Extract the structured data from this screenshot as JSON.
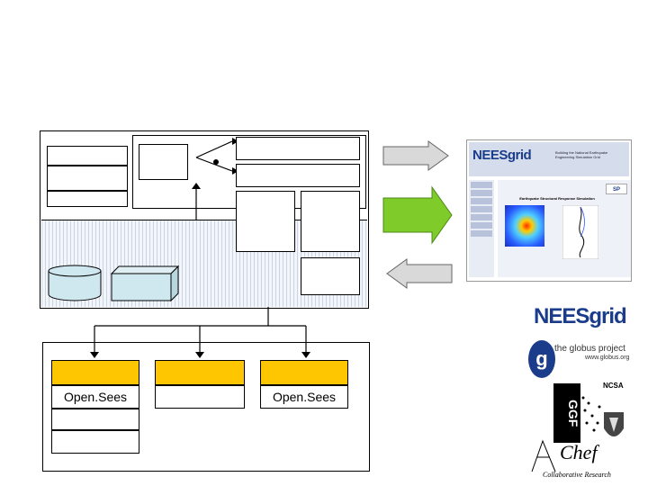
{
  "colors": {
    "accent_green": "#7ecb2a",
    "gray_arrow": "#d9d9d9",
    "gold": "#fdc600",
    "cyan": "#cfe7ee"
  },
  "compute_nodes": [
    {
      "label": "Open.Sees"
    },
    {
      "label": ""
    },
    {
      "label": "Open.Sees"
    }
  ],
  "screenshot": {
    "brand": "NEESgrid",
    "tagline": "Building the National Earthquake Engineering Simulation Grid",
    "panel_title": "Earthquake Structural Response Simulation"
  },
  "logos": {
    "neesgrid": "NEESgrid",
    "globus_line1": "the globus project",
    "globus_line2": "www.globus.org",
    "ncsa": "NCSA",
    "ggf": "GGF",
    "chef": "Chef",
    "chef_sub": "Collaborative Research"
  }
}
